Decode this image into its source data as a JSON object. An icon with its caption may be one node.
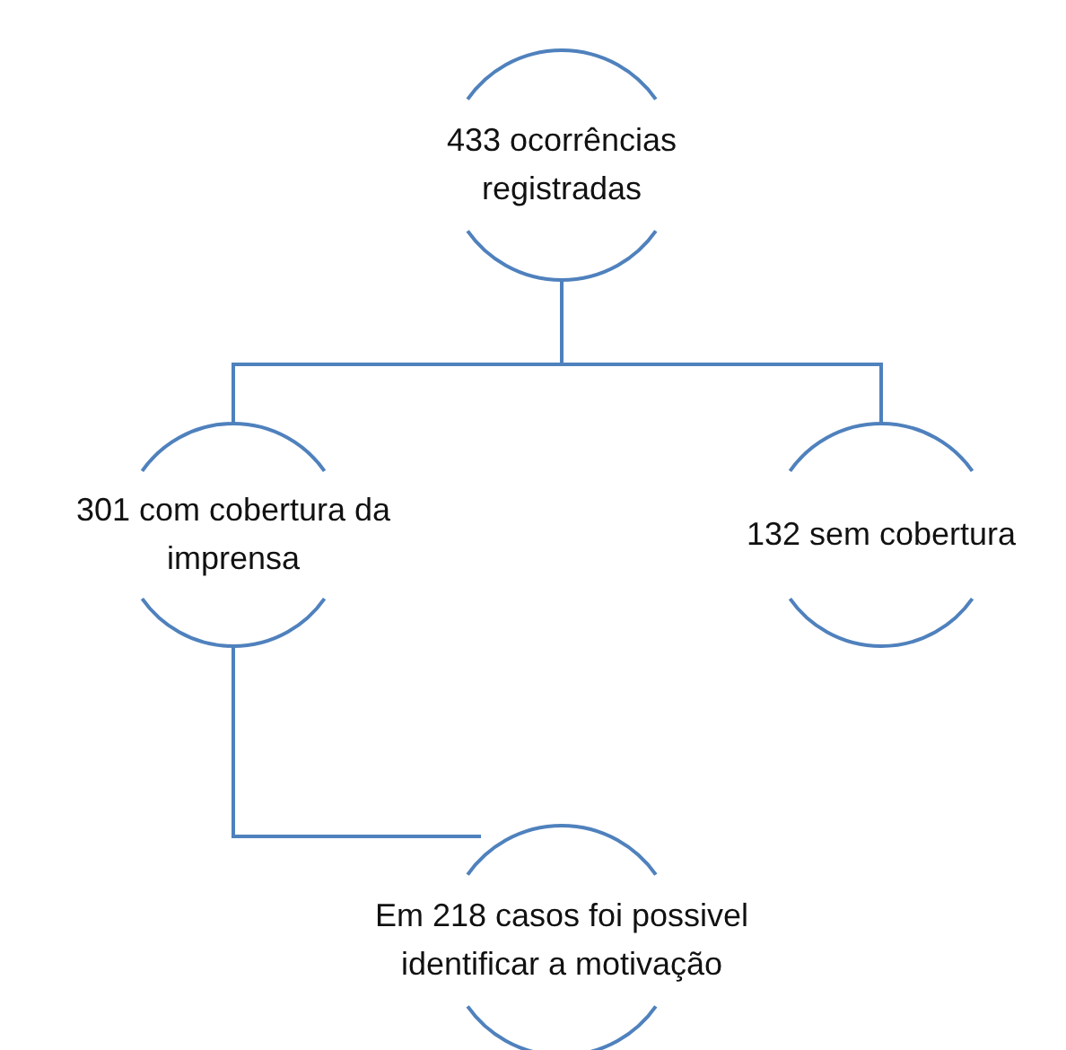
{
  "diagram": {
    "nodes": [
      {
        "text": [
          "433 ocorrências registradas"
        ]
      },
      {
        "text": [
          "301 com cobertura da imprensa"
        ]
      },
      {
        "text": [
          "132 sem cobertura"
        ]
      },
      {
        "text": [
          "Em 218 casos foi possivel identificar a motivação"
        ]
      }
    ],
    "edges": [
      {
        "from": 0,
        "to": 1,
        "arrow": "none"
      },
      {
        "from": 0,
        "to": 2,
        "arrow": "none"
      },
      {
        "from": 1,
        "to": 3,
        "arrow": "none"
      }
    ]
  }
}
